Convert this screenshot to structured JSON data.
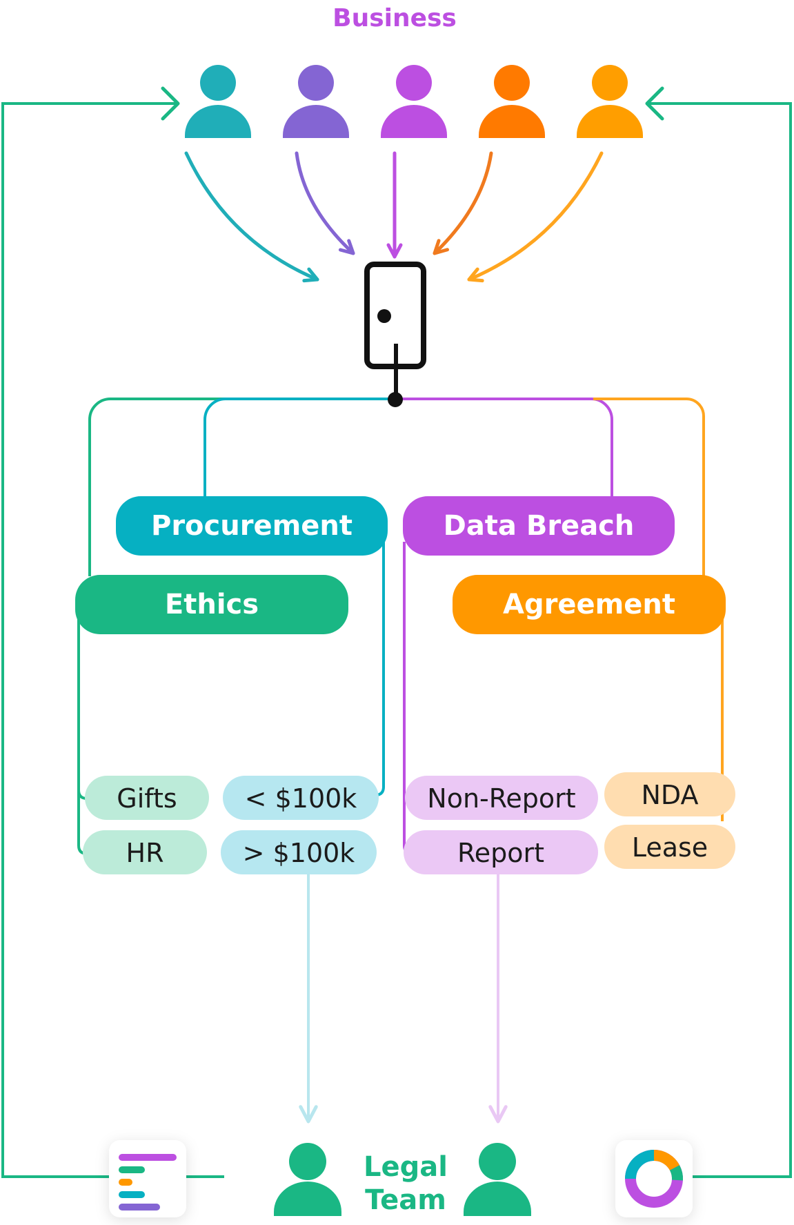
{
  "business": {
    "title": "Business"
  },
  "legal": {
    "line1": "Legal",
    "line2": "Team"
  },
  "categories": {
    "procurement": "Procurement",
    "data_breach": "Data Breach",
    "ethics": "Ethics",
    "agreement": "Agreement"
  },
  "subcategories": {
    "gifts": "Gifts",
    "hr": "HR",
    "under_100k": "< $100k",
    "over_100k": "> $100k",
    "non_report": "Non-Report",
    "report": "Report",
    "nda": "NDA",
    "lease": "Lease"
  },
  "icons": {
    "intake": "phone-device-icon",
    "tasks": "task-list-app-icon",
    "reports": "donut-chart-app-icon"
  },
  "colors": {
    "teal": "#20AEB8",
    "blue_violet": "#8465D3",
    "purple": "#BC4FE1",
    "orange": "#FF7A00",
    "amber": "#FF9E00",
    "green": "#1AB784",
    "procurement": "#06B0C2",
    "data_breach": "#BC4FE1",
    "ethics": "#1AB784",
    "agreement": "#FF9800"
  }
}
